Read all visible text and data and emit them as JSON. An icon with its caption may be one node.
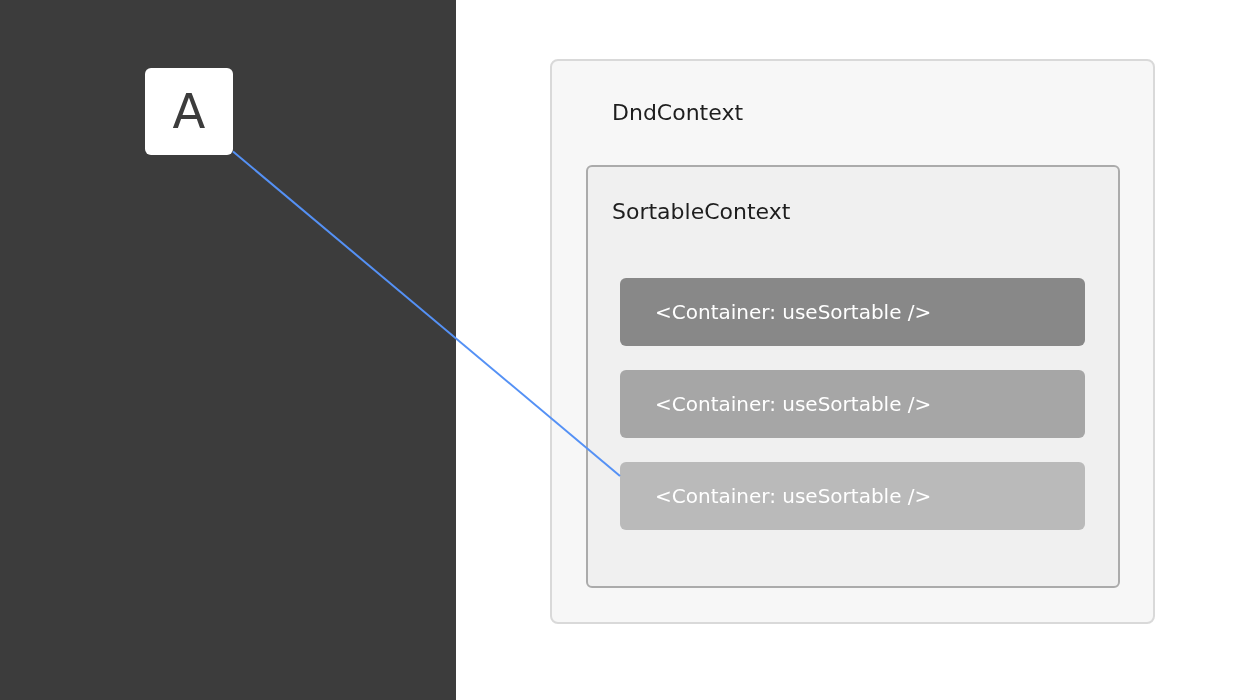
{
  "diagram": {
    "nodes": [
      {
        "text": [
          "A"
        ]
      },
      {
        "text": [
          "DndContext"
        ]
      },
      {
        "text": [
          "SortableContext"
        ],
        "in": 1
      },
      {
        "text": [
          "<Container: useSortable />"
        ],
        "in": 2
      },
      {
        "text": [
          "<Container: useSortable />"
        ],
        "in": 2
      },
      {
        "text": [
          "<Container: useSortable />"
        ],
        "in": 2
      }
    ],
    "edges": [
      {
        "from": 0,
        "to": 5,
        "arrow": "none"
      }
    ]
  }
}
